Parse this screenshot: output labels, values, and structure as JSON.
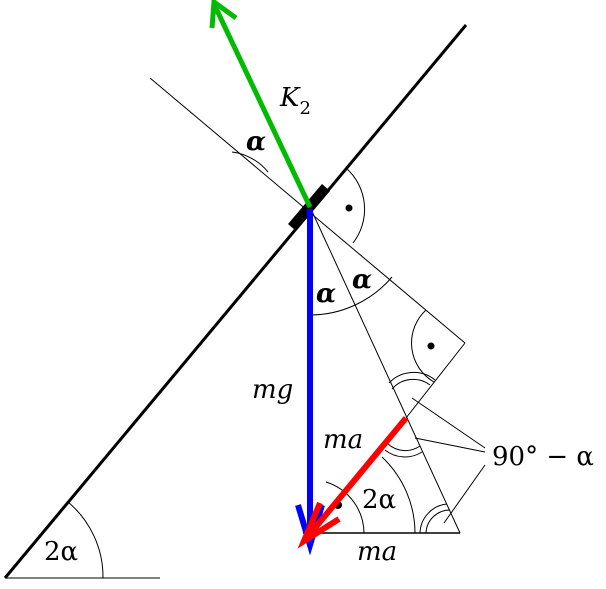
{
  "labels": {
    "force_reaction": "K",
    "force_reaction_sub": "2",
    "alpha_top": "α",
    "alpha_left": "α",
    "alpha_right": "α",
    "gravity": "mg",
    "inertial_force": "ma",
    "inertial_base": "ma",
    "two_alpha_triangle": "2α",
    "two_alpha_incline": "2α",
    "complement_angle": "90° − α"
  },
  "colors": {
    "reaction_arrow": "#00bb00",
    "gravity_arrow": "#0000ff",
    "inertial_arrow": "#ff0000",
    "incline": "#000000"
  }
}
